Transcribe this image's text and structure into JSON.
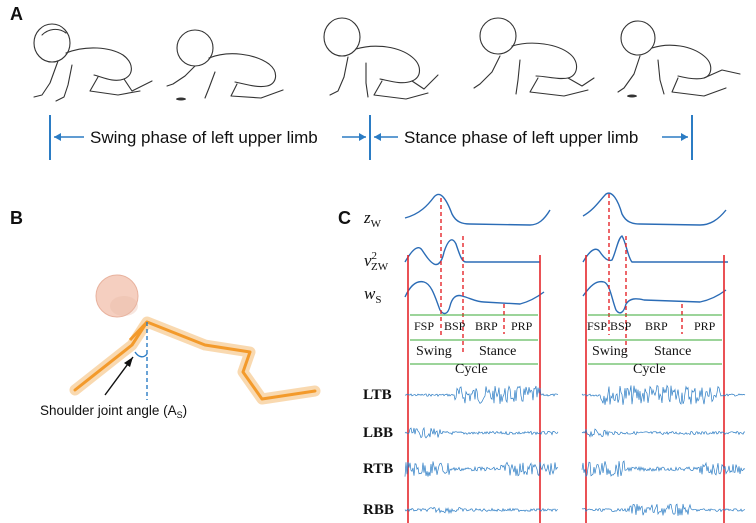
{
  "panel_a": {
    "letter": "A",
    "swing_label": "Swing phase of left upper limb",
    "stance_label": "Stance phase of left upper limb",
    "accent": "#2b7cc4"
  },
  "panel_b": {
    "letter": "B",
    "angle_label": "Shoulder joint angle (A",
    "angle_sub": "S",
    "angle_close": ")",
    "head_color": "#f5cfc0",
    "limb_color": "#f39a2b"
  },
  "panel_c": {
    "letter": "C",
    "variables": [
      {
        "main": "z",
        "sub": "W"
      },
      {
        "main": "v",
        "sup": "2",
        "sub": "ZW"
      },
      {
        "main": "w",
        "sub": "S"
      }
    ],
    "segments": [
      "FSP",
      "BSP",
      "BRP",
      "PRP"
    ],
    "phase_bars": [
      "Swing",
      "Stance"
    ],
    "cycle_label": "Cycle",
    "emg_channels": [
      "LTB",
      "LBB",
      "RTB",
      "RBB"
    ],
    "line_colors": {
      "signal": "#2b6cb6",
      "boundary": "#e5262b",
      "bracket": "#3aaa35"
    }
  }
}
